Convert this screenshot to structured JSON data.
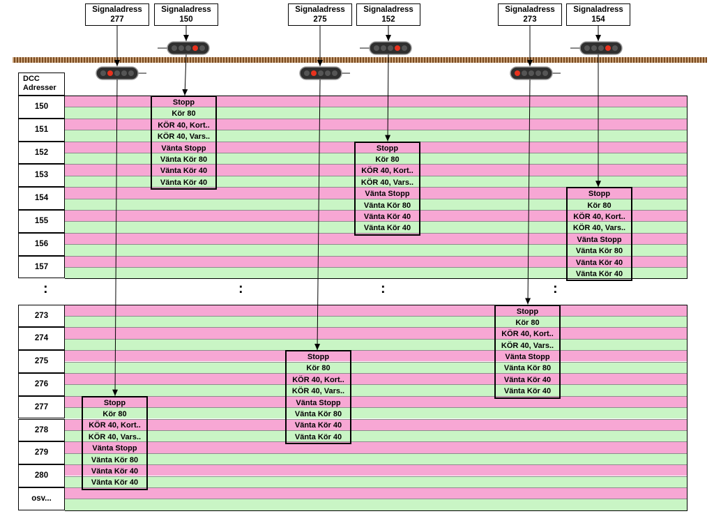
{
  "header_label": {
    "line1": "DCC",
    "line2": "Adresser"
  },
  "signal_word": "Signaladress",
  "signals": [
    {
      "address": "277",
      "lit_lamp": 1
    },
    {
      "address": "150",
      "lit_lamp": 3
    },
    {
      "address": "275",
      "lit_lamp": 1
    },
    {
      "address": "152",
      "lit_lamp": 3
    },
    {
      "address": "273",
      "lit_lamp": 0
    },
    {
      "address": "154",
      "lit_lamp": 3
    }
  ],
  "addresses_top": [
    "150",
    "151",
    "152",
    "153",
    "154",
    "155",
    "156",
    "157"
  ],
  "addresses_bottom": [
    "273",
    "274",
    "275",
    "276",
    "277",
    "278",
    "279",
    "280",
    "osv..."
  ],
  "ellipsis": ":",
  "aspects": [
    "Stopp",
    "Kör 80",
    "KÖR 40, Kort..",
    "KÖR 40, Vars..",
    "Vänta Stopp",
    "Vänta Kör 80",
    "Vänta Kör 40",
    "Vänta Kör 40"
  ],
  "colors": {
    "pink": "#f7a7d4",
    "green": "#c9f5c5",
    "signal_lit": "#e8321e",
    "signal_unlit": "#555555",
    "track": "#8b5a2b"
  }
}
